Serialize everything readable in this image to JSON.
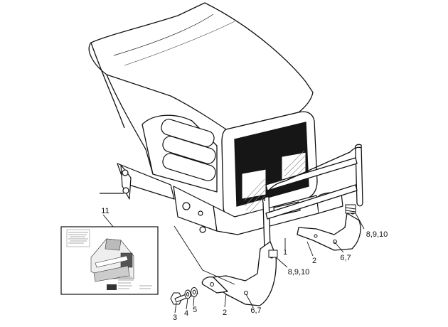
{
  "diagram": {
    "callouts": {
      "c1": "1",
      "c2a": "2",
      "c2b": "2",
      "c3": "3",
      "c4": "4",
      "c5": "5",
      "c67a": "6,7",
      "c67b": "6,7",
      "c8910a": "8,9,10",
      "c8910b": "8,9,10",
      "c11": "11"
    },
    "colors": {
      "line": "#111111",
      "panel": "#161616",
      "background": "#ffffff"
    },
    "icons": {
      "headlight": "crosshatched-lamp",
      "label_sheet": "decal-sheet"
    }
  }
}
